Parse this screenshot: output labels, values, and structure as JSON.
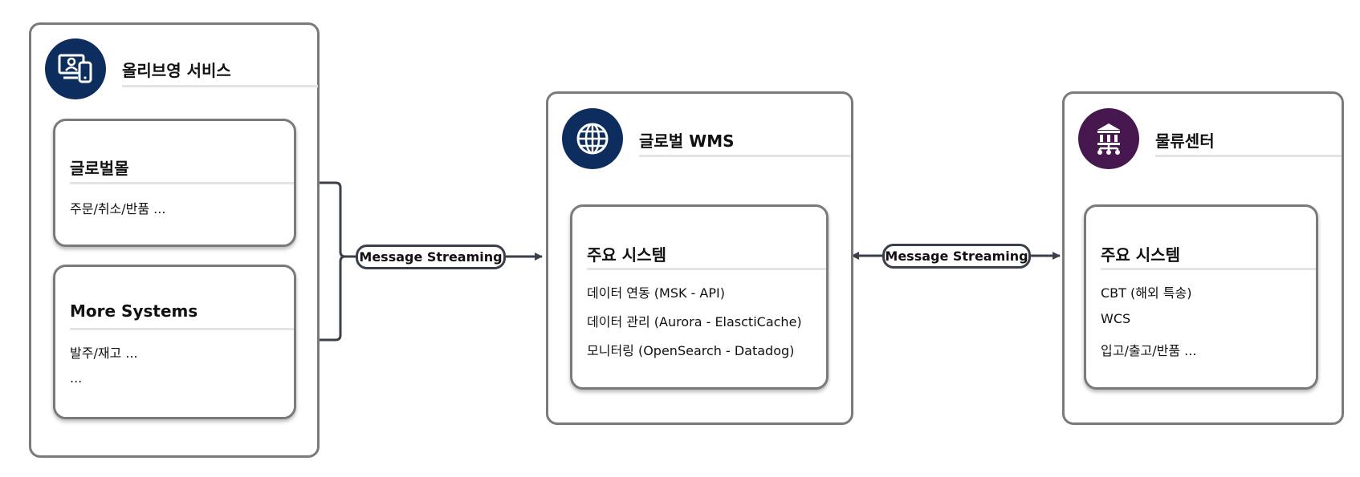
{
  "colors": {
    "navy": "#0c2d5e",
    "purple": "#46184f",
    "connector": "#3a3f4a",
    "border": "#7a7a7a"
  },
  "left_panel": {
    "title": "올리브영 서비스",
    "icon": "devices-user-icon",
    "cards": [
      {
        "title": "글로벌몰",
        "items": [
          "주문/취소/반품 ..."
        ]
      },
      {
        "title": "More Systems",
        "items": [
          "발주/재고 ...",
          "..."
        ]
      }
    ]
  },
  "middle_panel": {
    "title": "글로벌 WMS",
    "icon": "globe-icon",
    "card": {
      "title": "주요 시스템",
      "items": [
        "데이터 연동 (MSK - API)",
        "데이터 관리 (Aurora - ElasctiCache)",
        "모니터링 (OpenSearch - Datadog)"
      ]
    }
  },
  "right_panel": {
    "title": "물류센터",
    "icon": "network-hub-icon",
    "card": {
      "title": "주요 시스템",
      "items": [
        "CBT (해외 특송)",
        "WCS",
        "입고/출고/반품 ..."
      ]
    }
  },
  "connectors": {
    "left": "Message Streaming",
    "right": "Message Streaming"
  }
}
